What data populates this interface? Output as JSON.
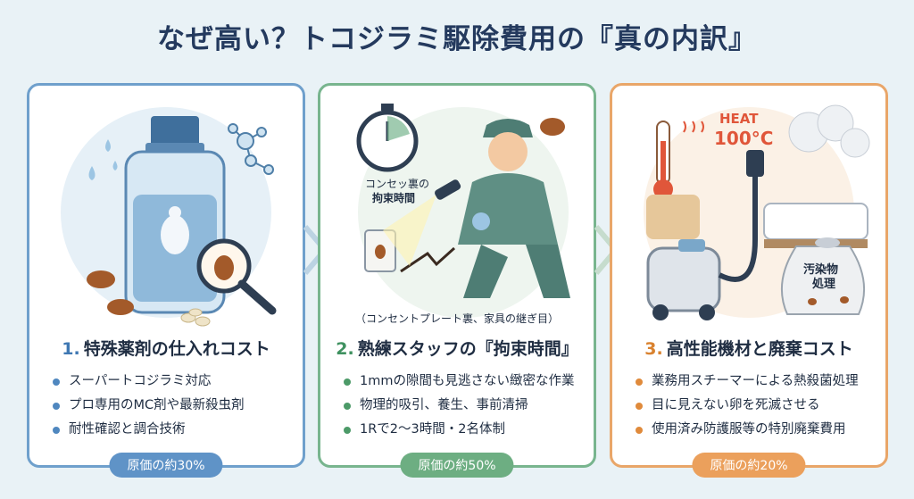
{
  "title": "なぜ高い？トコジラミ駆除費用の『真の内訳』",
  "cards": [
    {
      "number": "1.",
      "heading": "特殊薬剤の仕入れコスト",
      "bullets": [
        "スーパートコジラミ対応",
        "プロ専用のMC剤や最新殺虫剤",
        "耐性確認と調合技術"
      ],
      "badge": "原価の約30%",
      "share_percent": 30,
      "accent": "#6fa0cc"
    },
    {
      "number": "2.",
      "heading": "熟練スタッフの『拘束時間』",
      "illus_label_1": "コンセッ裏の",
      "illus_label_2": "拘束時間",
      "illus_caption": "（コンセントプレート裏、家具の継ぎ目）",
      "bullets": [
        "1mmの隙間も見逃さない緻密な作業",
        "物理的吸引、養生、事前清掃",
        "1Rで2〜3時間・2名体制"
      ],
      "badge": "原価の約50%",
      "share_percent": 50,
      "accent": "#78b58e"
    },
    {
      "number": "3.",
      "heading": "高性能機材と廃棄コスト",
      "heat_label": "HEAT",
      "temp_label": "100°C",
      "bag_label_1": "汚染物",
      "bag_label_2": "処理",
      "bullets": [
        "業務用スチーマーによる熱殺菌処理",
        "目に見えない卵を死滅させる",
        "使用済み防護服等の特別廃棄費用"
      ],
      "badge": "原価の約20%",
      "share_percent": 20,
      "accent": "#e9a669"
    }
  ]
}
